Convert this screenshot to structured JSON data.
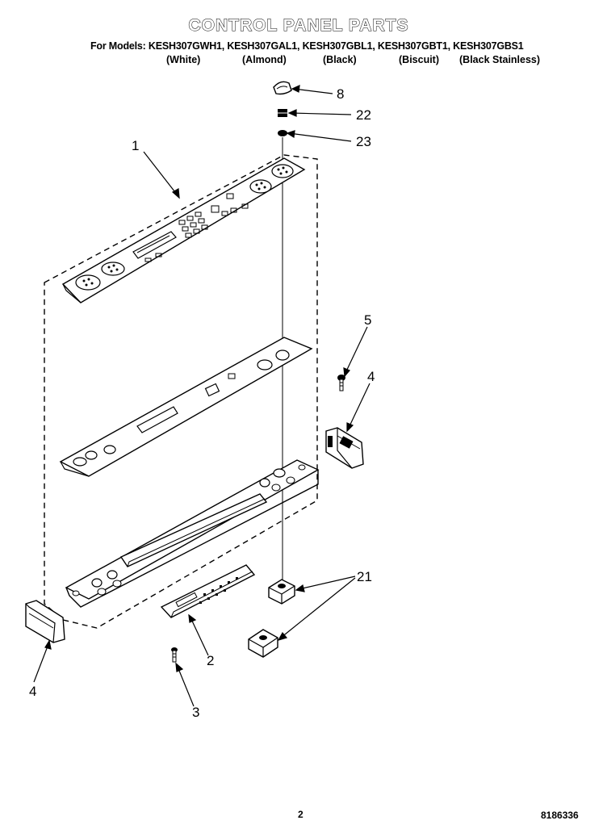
{
  "header": {
    "title": "CONTROL PANEL PARTS",
    "models_line": "For Models: KESH307GWH1, KESH307GAL1, KESH307GBL1, KESH307GBT1, KESH307GBS1",
    "colors": [
      "(White)",
      "(Almond)",
      "(Black)",
      "(Biscuit)",
      "(Black Stainless)"
    ]
  },
  "callouts": {
    "c1": "1",
    "c2": "2",
    "c3": "3",
    "c4a": "4",
    "c4b": "4",
    "c5": "5",
    "c8": "8",
    "c21": "21",
    "c22": "22",
    "c23": "23"
  },
  "footer": {
    "page_number": "2",
    "document_number": "8186336"
  }
}
